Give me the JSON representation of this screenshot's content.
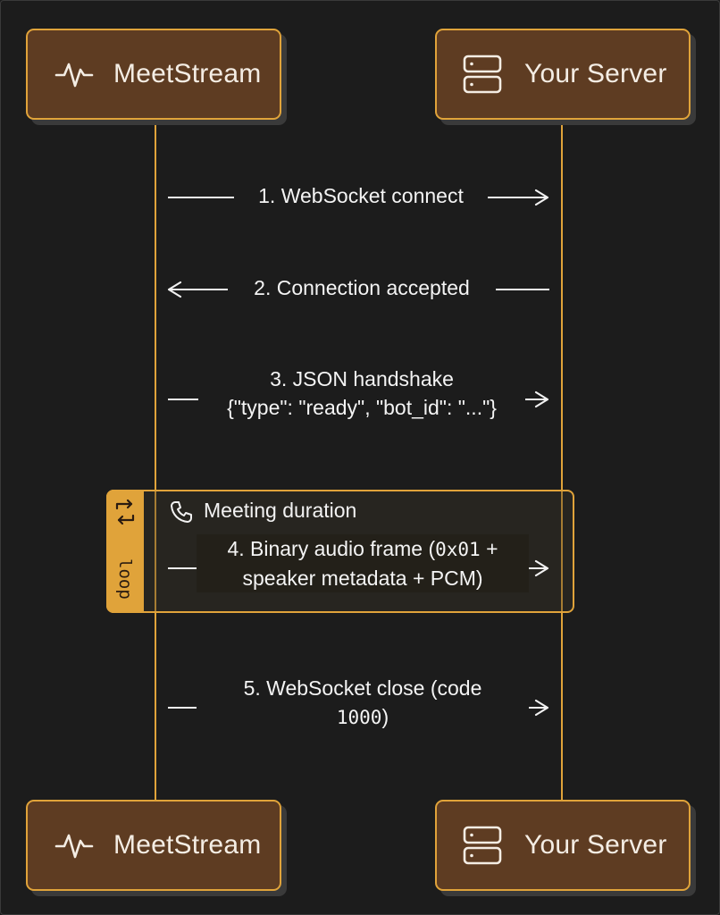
{
  "actors": {
    "left": {
      "label": "MeetStream",
      "icon": "activity-pulse-icon"
    },
    "right": {
      "label": "Your Server",
      "icon": "server-icon"
    }
  },
  "messages": [
    {
      "text": "1. WebSocket connect",
      "direction": "right"
    },
    {
      "text": "2. Connection accepted",
      "direction": "left"
    },
    {
      "line1": "3. JSON handshake",
      "line2": "{\"type\": \"ready\", \"bot_id\": \"...\"}",
      "direction": "right"
    },
    {
      "line1_a": "4. Binary audio frame (",
      "line1_code": "0x01",
      "line1_b": " +",
      "line2": "speaker metadata + PCM)",
      "direction": "right"
    },
    {
      "line1": "5. WebSocket close (code",
      "line2_code": "1000",
      "line2_b": ")",
      "direction": "right"
    }
  ],
  "loop": {
    "tag": "loop",
    "title": "Meeting duration",
    "icon": "phone-icon",
    "loop_icon": "repeat-icon"
  },
  "colors": {
    "accent": "#e0a33a",
    "actor_fill": "#5e3c22",
    "background": "#1c1c1c"
  }
}
